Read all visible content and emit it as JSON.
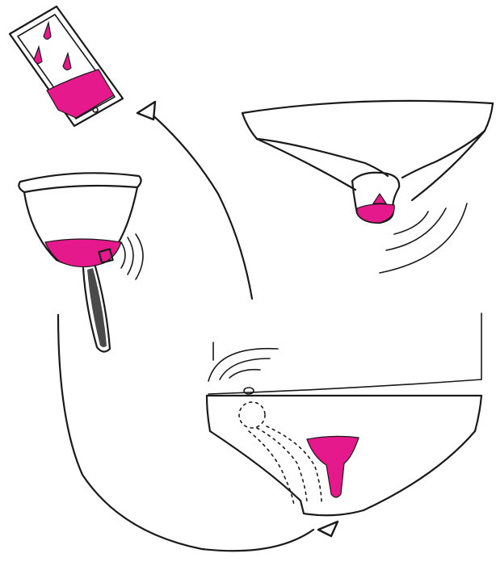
{
  "colors": {
    "accent": "#e6198c",
    "ink": "#1a1a1a",
    "background": "#ffffff"
  },
  "scene": {
    "panels": [
      {
        "id": "app-phone",
        "icon": "phone-app-icon"
      },
      {
        "id": "smart-cup",
        "icon": "menstrual-cup-icon"
      },
      {
        "id": "cup-in-body",
        "icon": "cup-inserted-icon"
      },
      {
        "id": "smart-underwear",
        "icon": "underwear-sensor-icon"
      }
    ],
    "arrows": [
      {
        "id": "cup-to-phone",
        "icon": "arrow-icon"
      },
      {
        "id": "underwear-to-cup",
        "icon": "arrow-icon"
      }
    ]
  }
}
